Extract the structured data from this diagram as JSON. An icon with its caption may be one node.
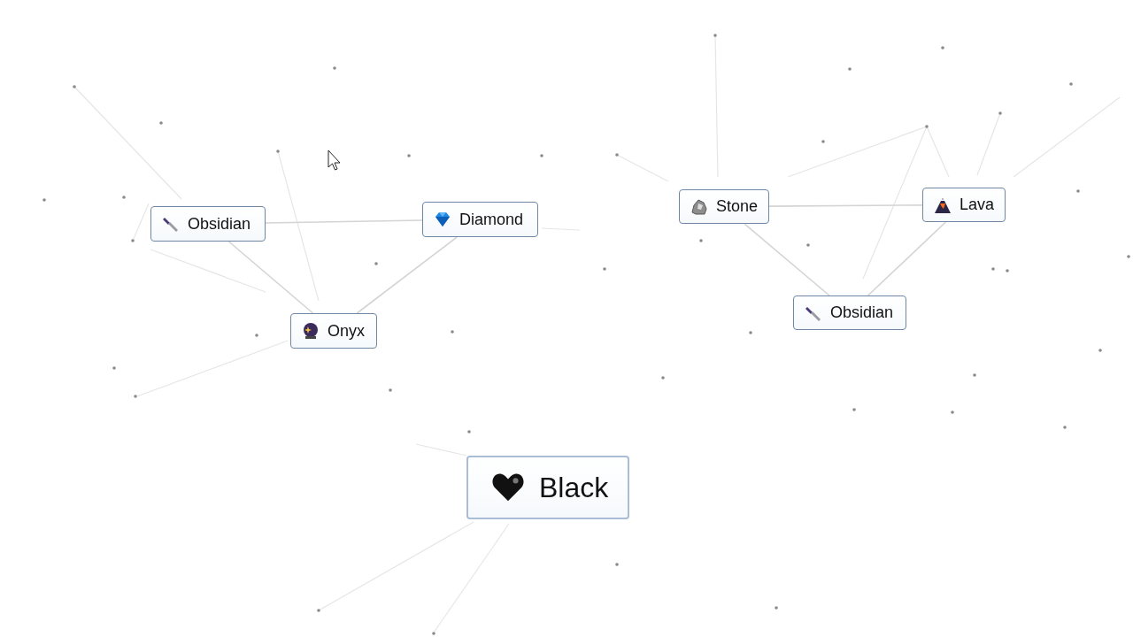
{
  "diagram": {
    "nodes": [
      {
        "text": [
          "Obsidian"
        ]
      },
      {
        "text": [
          "Diamond"
        ]
      },
      {
        "text": [
          "Onyx"
        ]
      },
      {
        "text": [
          "Stone"
        ]
      },
      {
        "text": [
          "Lava"
        ]
      },
      {
        "text": [
          "Obsidian"
        ]
      },
      {
        "text": [
          "Black"
        ]
      }
    ],
    "edges": [
      {
        "from": 0,
        "to": 1,
        "arrow": "none"
      },
      {
        "from": 0,
        "to": 2,
        "arrow": "none"
      },
      {
        "from": 1,
        "to": 2,
        "arrow": "none"
      },
      {
        "from": 3,
        "to": 4,
        "arrow": "none"
      },
      {
        "from": 3,
        "to": 5,
        "arrow": "none"
      },
      {
        "from": 4,
        "to": 5,
        "arrow": "none"
      }
    ]
  }
}
